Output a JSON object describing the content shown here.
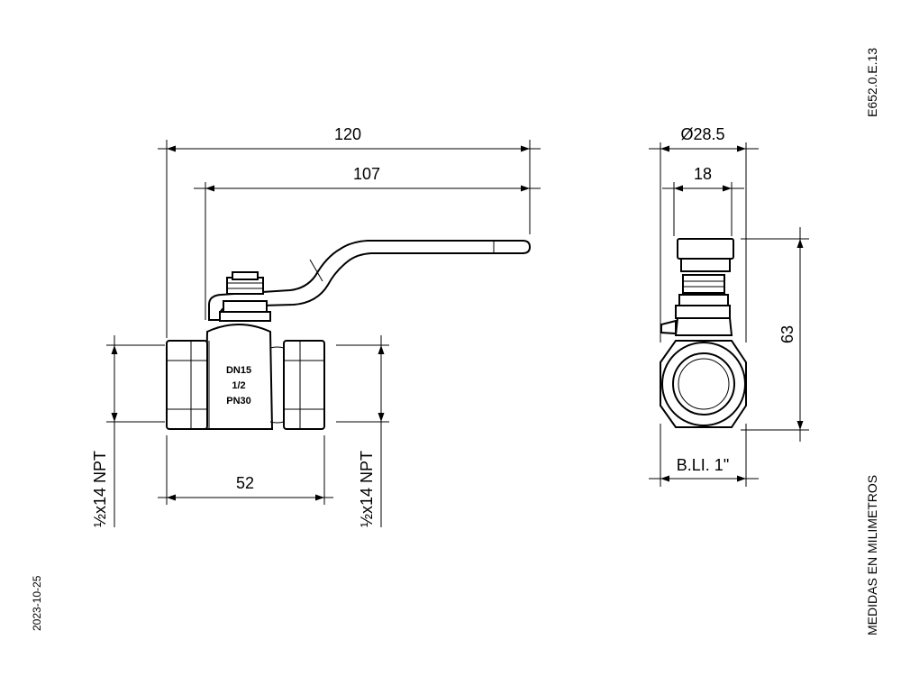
{
  "drawing_code": "E652.0.E.13",
  "date": "2023-10-25",
  "units_note": "MEDIDAS EN MILIMETROS",
  "front_view": {
    "dim_overall_length": "120",
    "dim_handle_length": "107",
    "dim_body_length": "52",
    "thread_left": "½x14 NPT",
    "thread_right": "½x14 NPT",
    "body_marking": [
      "DN15",
      "1/2",
      "PN30"
    ]
  },
  "side_view": {
    "dim_diameter": "Ø28.5",
    "dim_stem_width": "18",
    "dim_height": "63",
    "dim_wrench": "B.LI. 1\""
  }
}
